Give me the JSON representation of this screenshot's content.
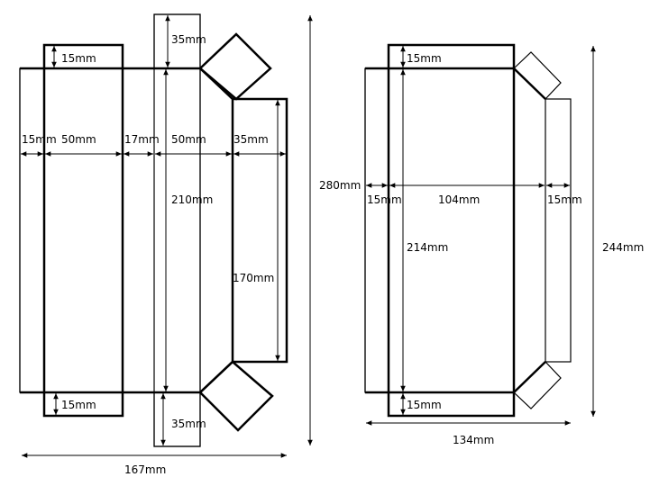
{
  "left_net": {
    "labels": {
      "top_flap": "15mm",
      "left_flap": "15mm",
      "panel_a": "50mm",
      "gap": "17mm",
      "panel_b": "50mm",
      "side_panel": "35mm",
      "top_tab": "35mm",
      "height": "210mm",
      "side_height": "170mm",
      "bottom_flap": "15mm",
      "bottom_tab": "35mm",
      "total_width": "167mm",
      "total_height": "280mm"
    }
  },
  "right_net": {
    "labels": {
      "top_flap": "15mm",
      "left_flap": "15mm",
      "width": "104mm",
      "right_flap": "15mm",
      "height": "214mm",
      "bottom_flap": "15mm",
      "total_width": "134mm",
      "total_height": "244mm"
    }
  }
}
